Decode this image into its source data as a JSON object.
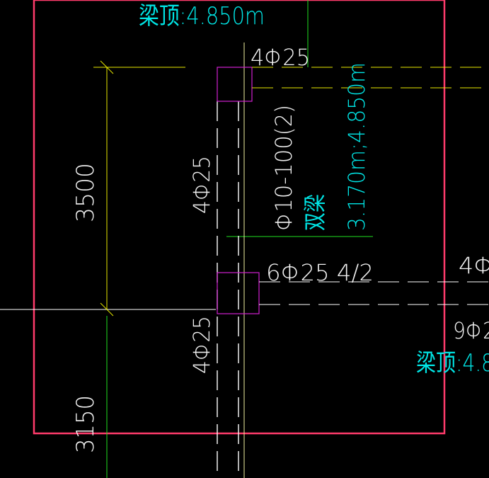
{
  "colors": {
    "background": "#000000",
    "frame": "#ff3b6b",
    "cyan_text": "#00e6e6",
    "white_text": "#f2f2f2",
    "yellow_line": "#e8e800",
    "green_line": "#20e020",
    "magenta_box": "#d020d0",
    "white_line": "#ffffff"
  },
  "labels": {
    "beam_top_upper": "梁顶:4.850m",
    "rebar_top": "4Φ25",
    "dim_3500": "3500",
    "dim_3150": "3150",
    "col_rebar_upper": "4Φ25",
    "col_rebar_lower": "4Φ25",
    "stirrup": "Φ10-100(2)",
    "double_beam": "双梁",
    "elevation_range": "3.170m;4.850m",
    "rebar_mid": "6Φ25 4/2",
    "rebar_right_upper": "4Φ",
    "rebar_right_lower": "9Φ2",
    "beam_top_right": "梁顶:4.8"
  }
}
